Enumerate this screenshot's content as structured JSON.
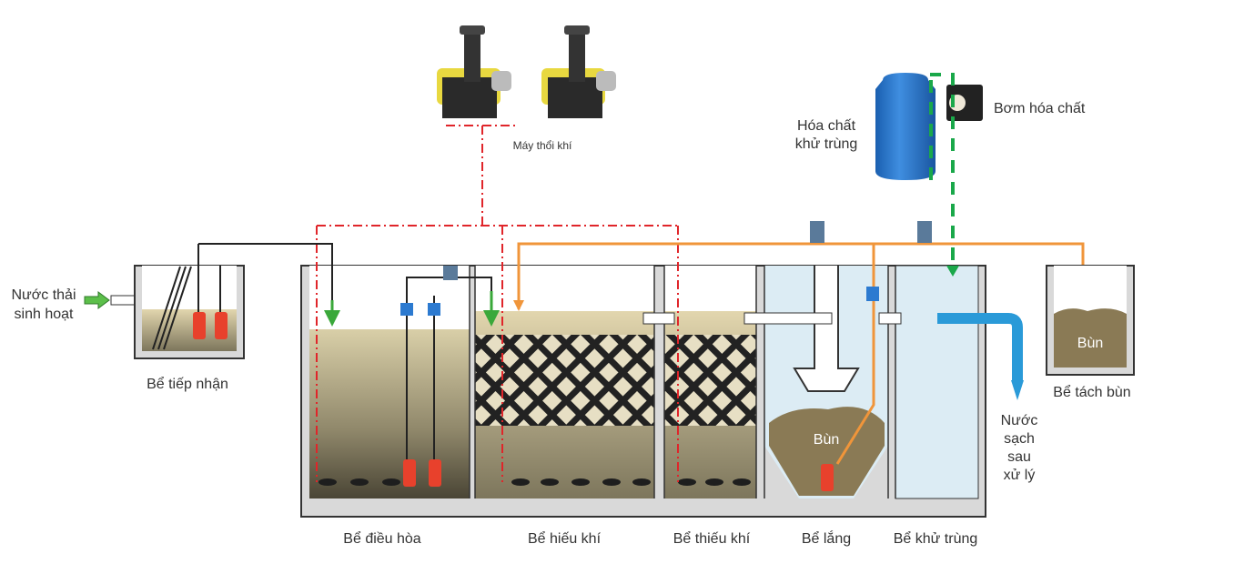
{
  "labels": {
    "inlet_line1": "Nước thải",
    "inlet_line2": "sinh hoạt",
    "receiving_tank": "Bể tiếp nhận",
    "blower": "Máy thổi khí",
    "chemical_line1": "Hóa chất",
    "chemical_line2": "khử trùng",
    "chemical_pump": "Bơm hóa chất",
    "equalization_tank": "Bể điều hòa",
    "aerobic_tank": "Bể hiếu khí",
    "anoxic_tank": "Bể thiếu khí",
    "settling_tank": "Bể lắng",
    "disinfection_tank": "Bể khử trùng",
    "sludge_tank": "Bể tách bùn",
    "sludge": "Bùn",
    "sludge_settling": "Bùn",
    "outlet_line1": "Nước",
    "outlet_line2": "sạch",
    "outlet_line3": "sau",
    "outlet_line4": "xử lý"
  },
  "colors": {
    "air_line": "#e0252a",
    "sludge_line": "#f0953a",
    "chemical_line": "#1aa84a",
    "water": "#dcecf4",
    "sludge": "#8a7a55",
    "tank_wall": "#d9d9d9"
  }
}
